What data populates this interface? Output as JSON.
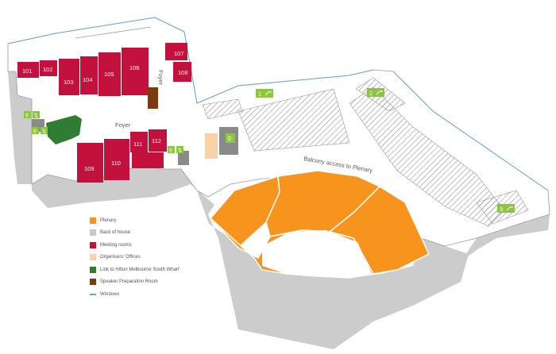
{
  "colors": {
    "plenary": "#f7941d",
    "back_of_house": "#c8c8c8",
    "meeting_rooms": "#c2113d",
    "organisers_offices": "#f9d2a5",
    "link_hilton": "#2e7d32",
    "speaker_room": "#7b3a10",
    "windows": "#6aa3d6",
    "icon_green": "#8cc63f",
    "dark_grey": "#8a8a8a"
  },
  "rooms": {
    "r101": "101",
    "r102": "102",
    "r103": "103",
    "r104": "104",
    "r105": "105",
    "r106": "106",
    "r107": "107",
    "r108": "108",
    "r109": "109",
    "r110": "110",
    "r111": "111",
    "r112": "112"
  },
  "labels": {
    "foyer_left": "Foyer",
    "foyer_right": "Foyer",
    "balcony": "Balcony access to Plenary"
  },
  "entrances": {
    "e1": "1",
    "e2": "2",
    "e3": "3"
  },
  "legend": {
    "plenary": "Plenary",
    "back_of_house": "Back of house",
    "meeting_rooms": "Meeting rooms",
    "organisers_offices": "Organisers' Offices",
    "link_hilton": "Link to Hilton Melbourne South Wharf",
    "speaker_room": "Speaker Preparation Room",
    "windows": "Windows"
  }
}
